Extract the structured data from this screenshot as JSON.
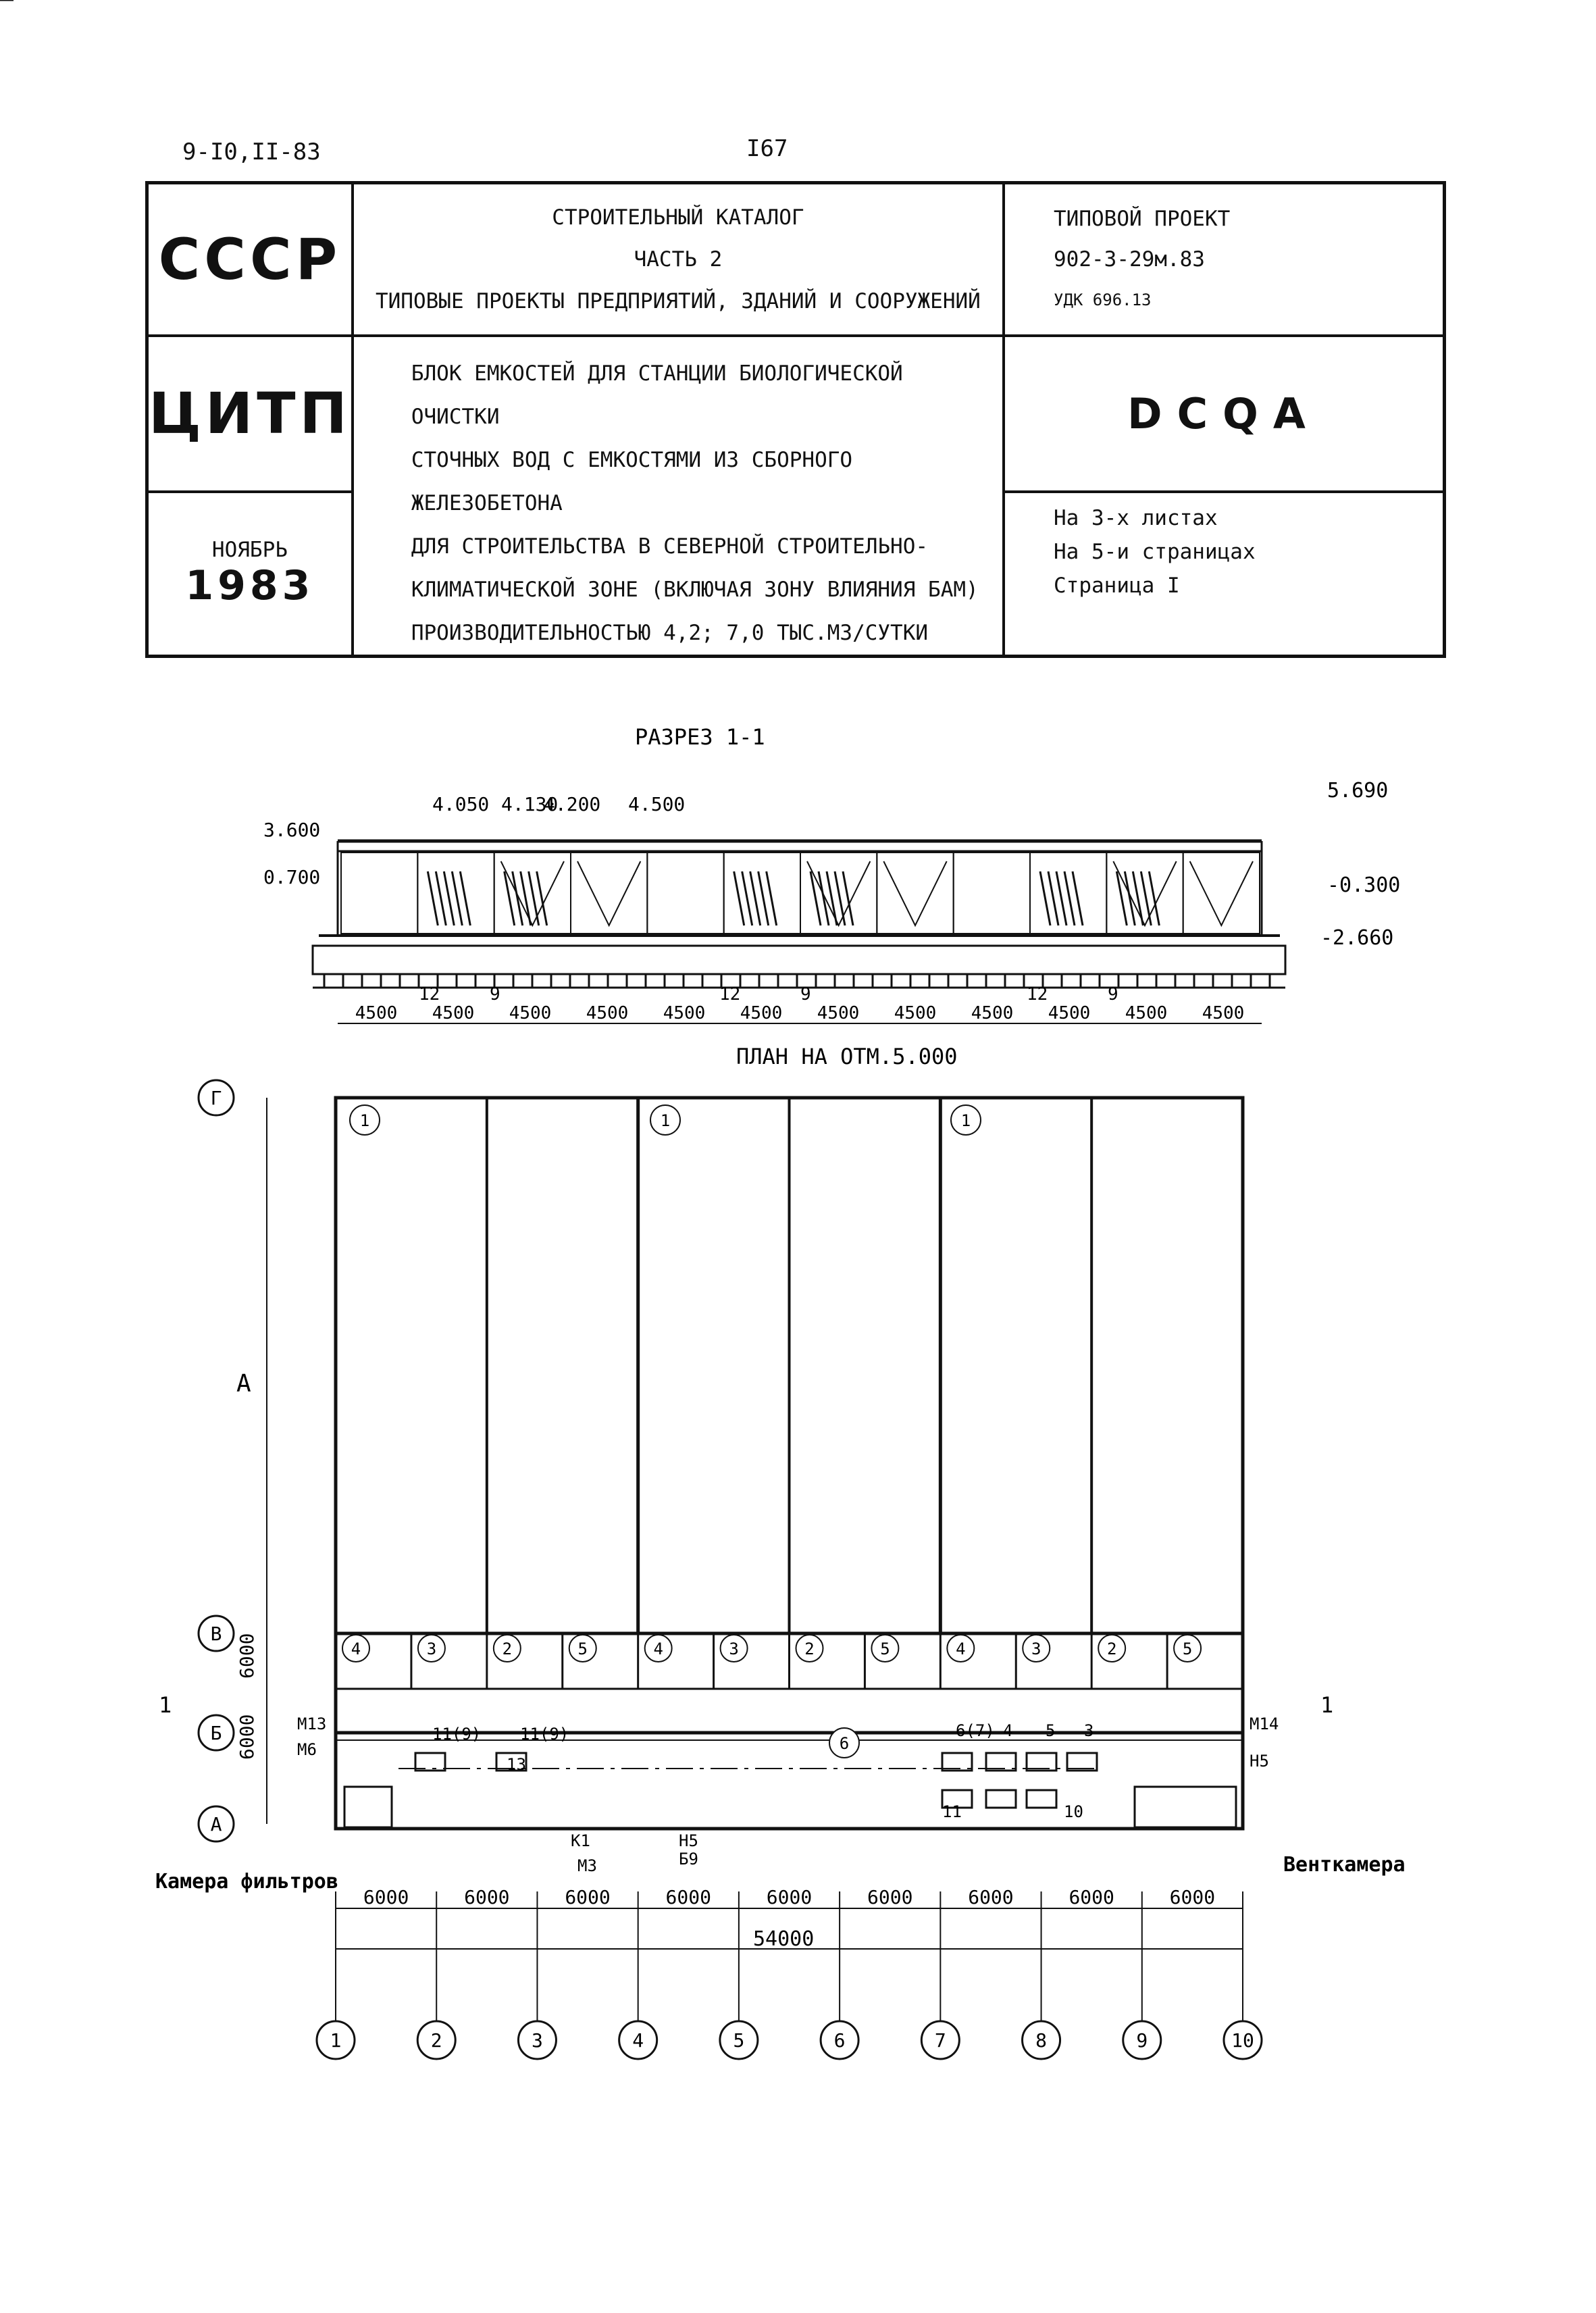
{
  "header": {
    "doc_code": "9-I0,II-83",
    "page_number": "I67"
  },
  "stamp": {
    "country": "СССР",
    "org": "ЦИТП",
    "month": "НОЯБРЬ",
    "year": "1983",
    "catalog_lines": [
      "СТРОИТЕЛЬНЫЙ КАТАЛОГ",
      "ЧАСТЬ 2",
      "ТИПОВЫЕ ПРОЕКТЫ ПРЕДПРИЯТИЙ, ЗДАНИЙ И СООРУЖЕНИЙ"
    ],
    "project_label": "ТИПОВОЙ ПРОЕКТ",
    "project_number": "902-3-29м.83",
    "udk": "УДК 696.13",
    "description_lines": [
      "БЛОК ЕМКОСТЕЙ ДЛЯ СТАНЦИИ БИОЛОГИЧЕСКОЙ ОЧИСТКИ",
      "СТОЧНЫХ ВОД С ЕМКОСТЯМИ ИЗ СБОРНОГО ЖЕЛЕЗОБЕТОНА",
      "ДЛЯ СТРОИТЕЛЬСТВА В СЕВЕРНОЙ СТРОИТЕЛЬНО-",
      "КЛИМАТИЧЕСКОЙ ЗОНЕ (ВКЛЮЧАЯ ЗОНУ ВЛИЯНИЯ БАМ)",
      "ПРОИЗВОДИТЕЛЬНОСТЬЮ 4,2; 7,0 ТЫС.М3/СУТКИ"
    ],
    "classifier": "DCQA",
    "sheet_info": [
      "На 3-х листах",
      "На 5-и страницах",
      "Страница I"
    ]
  },
  "section": {
    "title": "РАЗРЕЗ 1-1",
    "levels": {
      "top": "5.690",
      "left_upper": "3.600",
      "left_lower": "0.700",
      "right_ground": "-0.300",
      "right_bottom": "-2.660"
    },
    "marks": [
      "4.050",
      "4.130",
      "4.200",
      "4.500"
    ],
    "callouts": [
      "12",
      "9",
      "12",
      "9",
      "12",
      "9"
    ],
    "spans": [
      "4500",
      "4500",
      "4500",
      "4500",
      "4500",
      "4500",
      "4500",
      "4500",
      "4500",
      "4500",
      "4500",
      "4500"
    ]
  },
  "plan": {
    "title": "ПЛАН НА ОТМ.5.000",
    "axis_rows": [
      "Г",
      "В",
      "Б",
      "А"
    ],
    "axis_cols": [
      "1",
      "2",
      "3",
      "4",
      "5",
      "6",
      "7",
      "8",
      "9",
      "10"
    ],
    "dim_a": "A",
    "dims_vertical": [
      "6000",
      "6000"
    ],
    "tank_labels": [
      "1",
      "1",
      "1"
    ],
    "cell_labels": [
      "4",
      "3",
      "2",
      "5",
      "4",
      "3",
      "2",
      "5",
      "4",
      "3",
      "2",
      "5"
    ],
    "corridor_label": "6",
    "equipment_labels": [
      "11(9)",
      "11(9)",
      "13",
      "6(7)",
      "4",
      "5",
      "3",
      "11",
      "10"
    ],
    "side_labels": {
      "m13": "М13",
      "m6": "М6",
      "m14": "М14",
      "n5": "Н5"
    },
    "section_mark": "1",
    "bottom_labels": [
      "К1",
      "М3",
      "Н5",
      "Б9"
    ],
    "spans": [
      "6000",
      "6000",
      "6000",
      "6000",
      "6000",
      "6000",
      "6000",
      "6000",
      "6000"
    ],
    "total": "54000",
    "camera_filters": "Камера фильтров",
    "ventcamera": "Венткамера"
  }
}
